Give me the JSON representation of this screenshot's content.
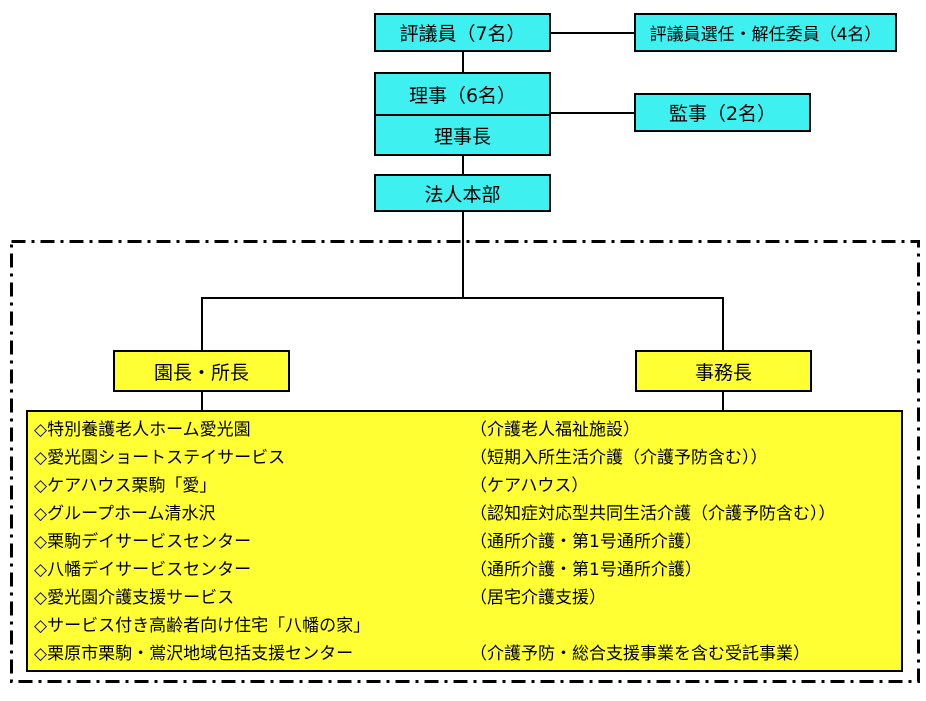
{
  "diagram": {
    "councillors": "評議員（7名）",
    "election_committee": "評議員選任・解任委員（4名）",
    "directors": "理事（6名）",
    "chairman": "理事長",
    "auditors": "監事（2名）",
    "headquarters": "法人本部",
    "director_head": "園長・所長",
    "secretary_general": "事務長"
  },
  "services": [
    {
      "name": "◇特別養護老人ホーム愛光園",
      "type": "（介護老人福祉施設）"
    },
    {
      "name": "◇愛光園ショートステイサービス",
      "type": "（短期入所生活介護（介護予防含む））"
    },
    {
      "name": "◇ケアハウス栗駒「愛」",
      "type": "（ケアハウス）"
    },
    {
      "name": "◇グループホーム清水沢",
      "type": "（認知症対応型共同生活介護（介護予防含む））"
    },
    {
      "name": "◇栗駒デイサービスセンター",
      "type": "（通所介護・第1号通所介護）"
    },
    {
      "name": "◇八幡デイサービスセンター",
      "type": "（通所介護・第1号通所介護）"
    },
    {
      "name": "◇愛光園介護支援サービス",
      "type": "（居宅介護支援）"
    },
    {
      "name": "◇サービス付き高齢者向け住宅「八幡の家」",
      "type": ""
    },
    {
      "name": "◇栗原市栗駒・鴬沢地域包括支援センター",
      "type": "（介護予防・総合支援事業を含む受託事業）"
    }
  ],
  "colors": {
    "cyan": "#3ff0f0",
    "yellow": "#ffff33"
  }
}
